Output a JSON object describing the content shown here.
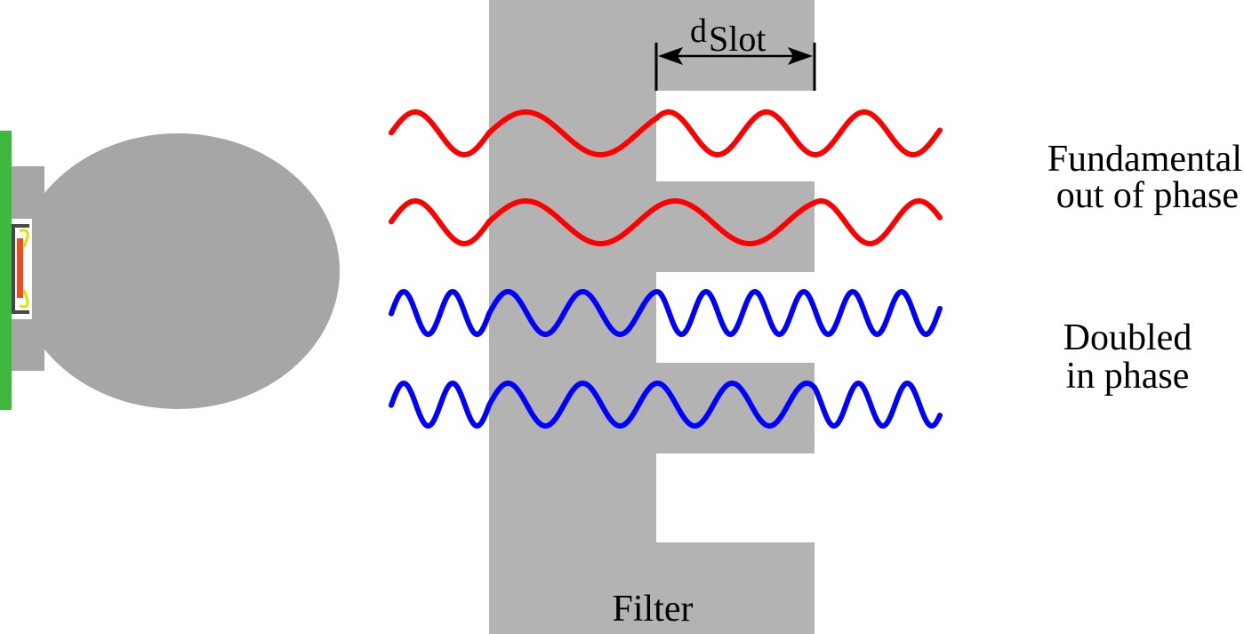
{
  "labels": {
    "dimension_main": "d",
    "dimension_sub": "Slot",
    "fundamental_line1": "Fundamental",
    "fundamental_line2": "out of phase",
    "doubled_line1": "Doubled",
    "doubled_line2": "in phase",
    "filter": "Filter"
  },
  "colors": {
    "fundamental": "#ff0000",
    "doubled": "#0000ff",
    "filter": "#b3b3b3",
    "source_body": "#a7a5a6",
    "mount": "#3dba3d",
    "crystal": "#f04a23",
    "wire": "#d4e600"
  },
  "waves": [
    {
      "name": "fundamental-through-slot",
      "type": "fundamental"
    },
    {
      "name": "fundamental-through-filter",
      "type": "fundamental"
    },
    {
      "name": "doubled-through-slot",
      "type": "doubled"
    },
    {
      "name": "doubled-through-filter",
      "type": "doubled"
    }
  ]
}
